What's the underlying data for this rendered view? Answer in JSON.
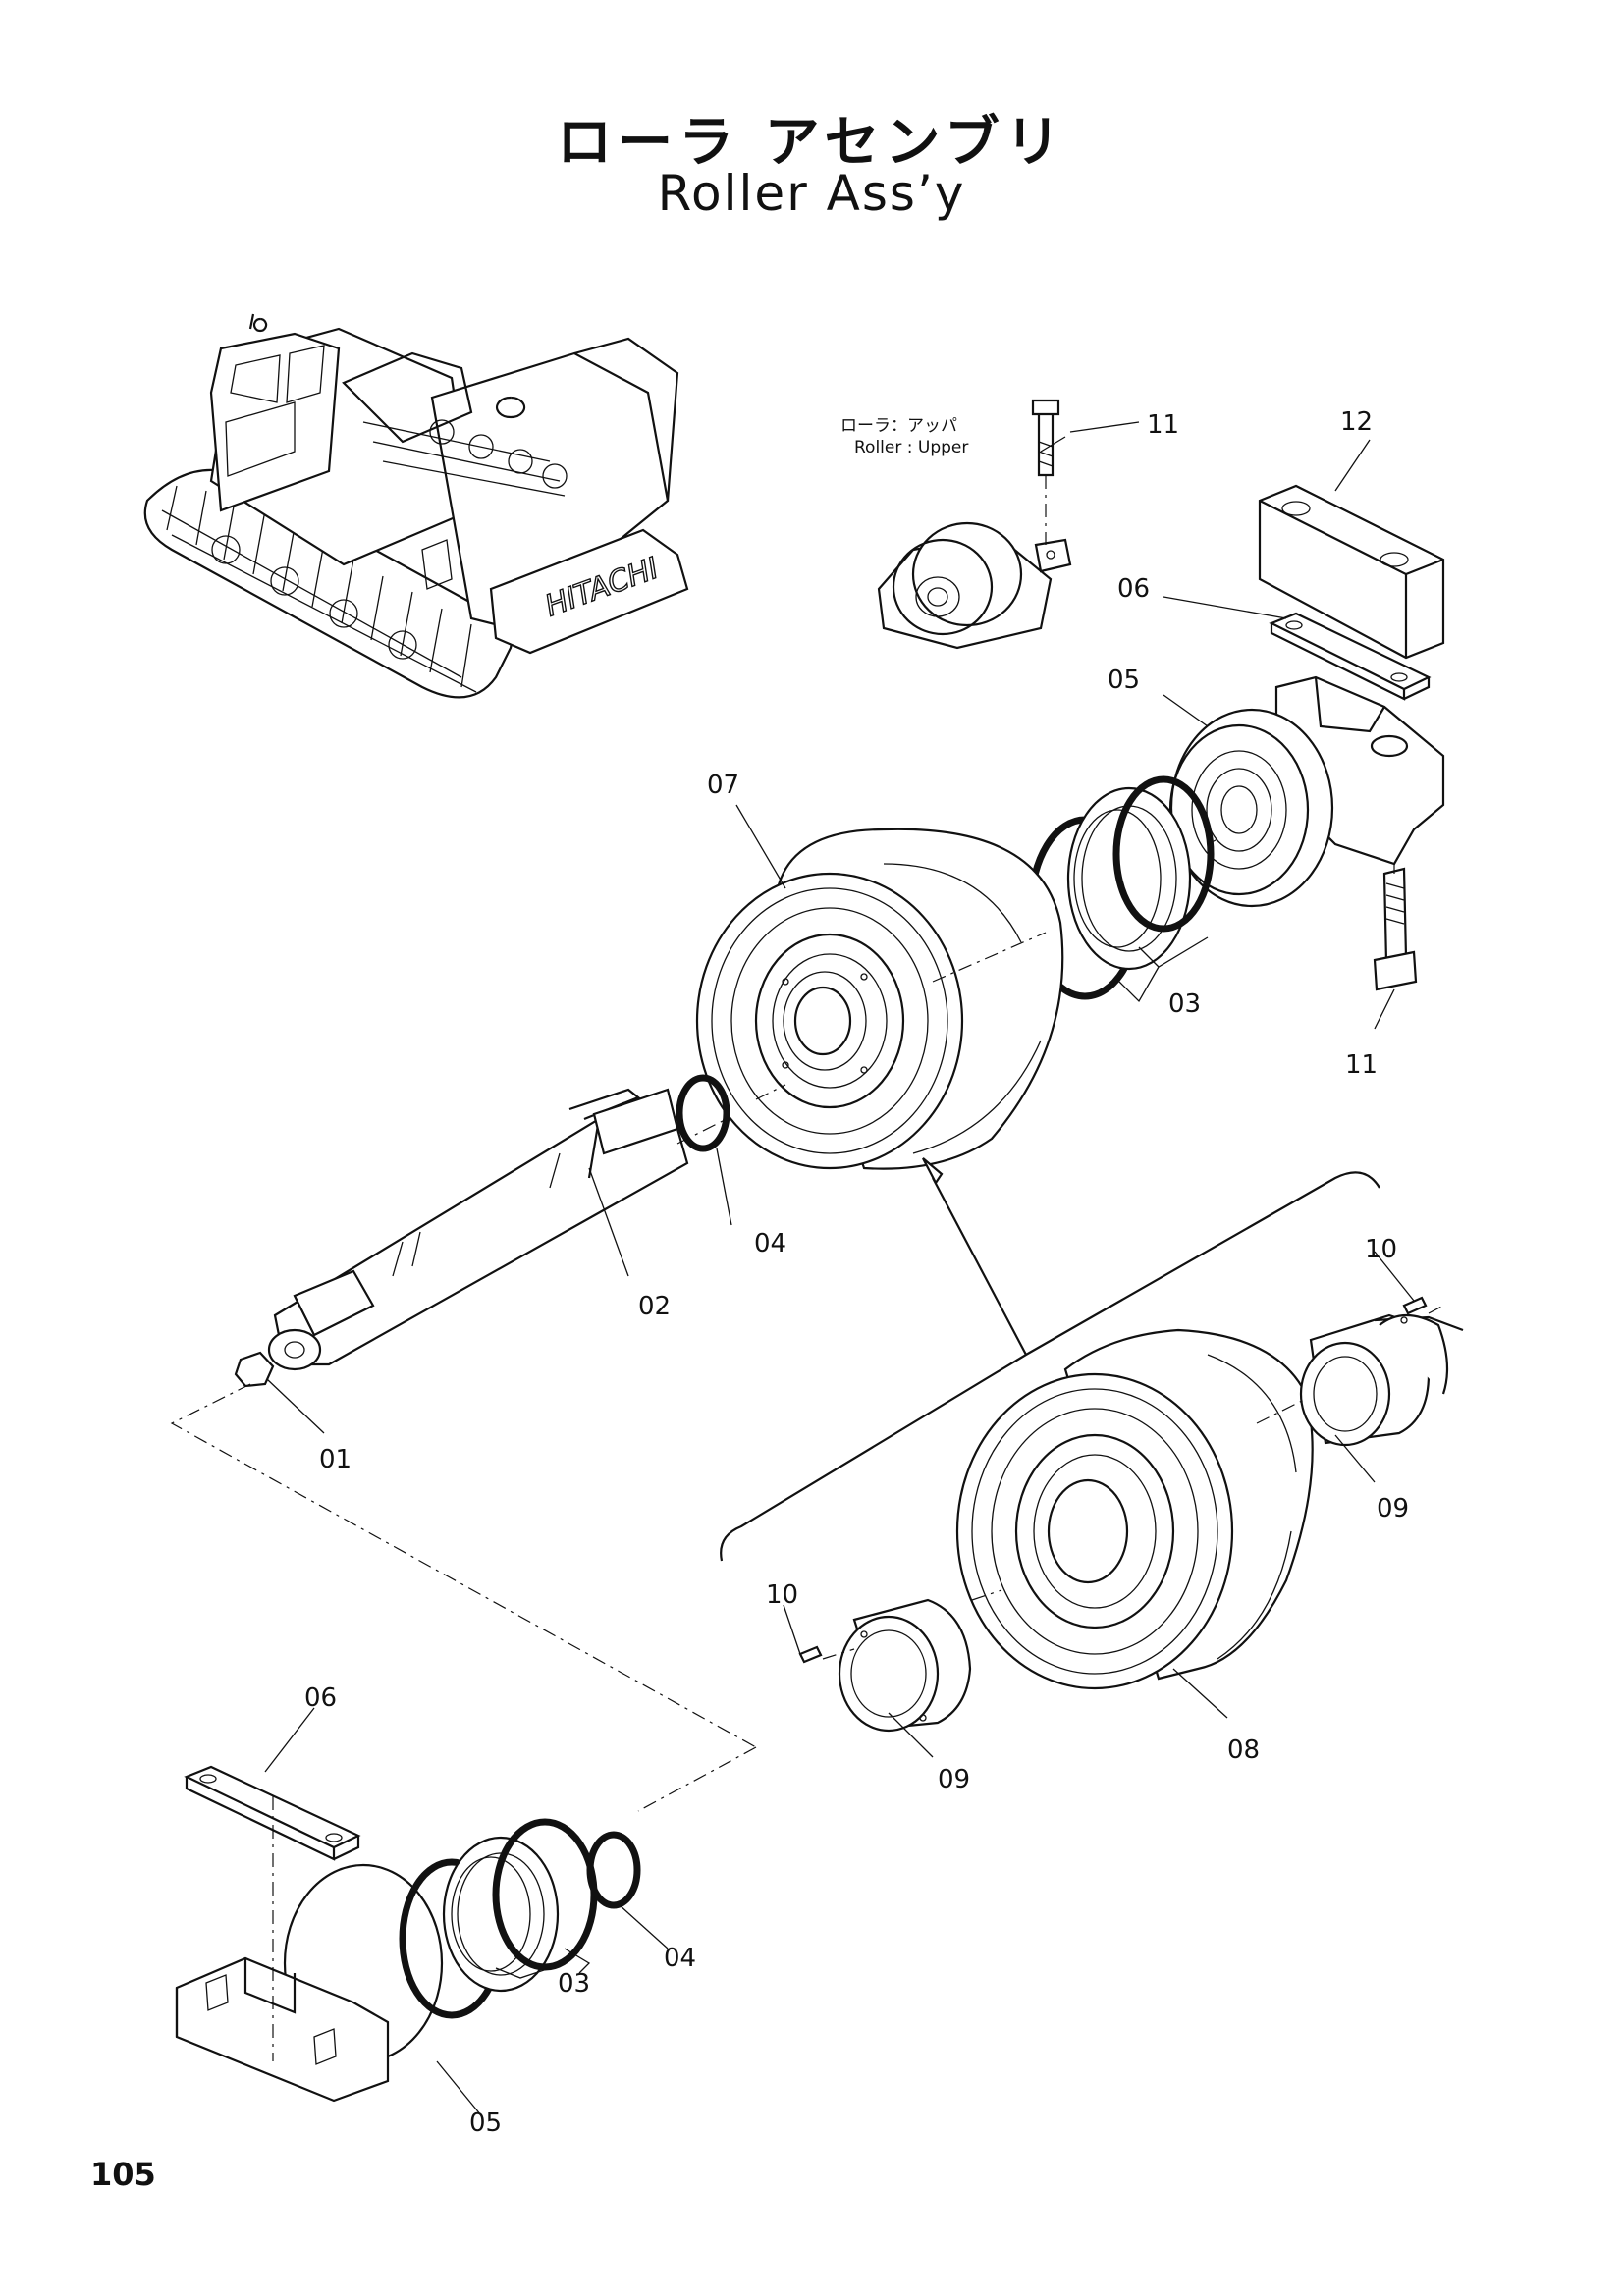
{
  "title": {
    "japanese": "ローラ アセンブリ",
    "english": "Roller Ass’y"
  },
  "note": {
    "japanese": "ローラ：アッパ",
    "english": "Roller : Upper"
  },
  "brand_on_machine": "HITACHI",
  "page_number": "105",
  "callouts": {
    "c01": "01",
    "c02": "02",
    "c03a": "03",
    "c03b": "03",
    "c04a": "04",
    "c04b": "04",
    "c05a": "05",
    "c05b": "05",
    "c06a": "06",
    "c06b": "06",
    "c07": "07",
    "c08": "08",
    "c09a": "09",
    "c09b": "09",
    "c10a": "10",
    "c10b": "10",
    "c11a": "11",
    "c11b": "11",
    "c12": "12"
  }
}
